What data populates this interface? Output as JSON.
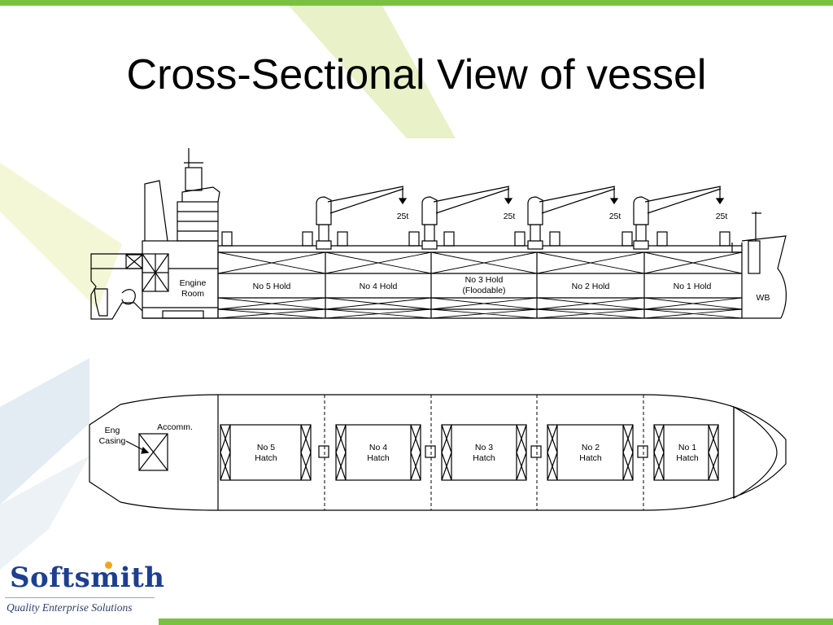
{
  "slide": {
    "title": "Cross-Sectional View of vessel",
    "accent_color": "#7ac142",
    "bg_shape_colors": [
      "#e2eec2",
      "#f6f9d6",
      "#dde7f0",
      "#e7eff6"
    ]
  },
  "side_view": {
    "engine_room": [
      "Engine",
      "Room"
    ],
    "holds": [
      {
        "label": [
          "No 5 Hold"
        ]
      },
      {
        "label": [
          "No 4 Hold"
        ]
      },
      {
        "label": [
          "No 3 Hold",
          "(Floodable)"
        ]
      },
      {
        "label": [
          "No 2 Hold"
        ]
      },
      {
        "label": [
          "No 1 Hold"
        ]
      }
    ],
    "wb_label": "WB",
    "crane_capacities": [
      "25t",
      "25t",
      "25t",
      "25t"
    ]
  },
  "plan_view": {
    "eng_casing": [
      "Eng",
      "Casing"
    ],
    "accomm": "Accomm.",
    "hatches": [
      {
        "label": [
          "No 5",
          "Hatch"
        ]
      },
      {
        "label": [
          "No 4",
          "Hatch"
        ]
      },
      {
        "label": [
          "No 3",
          "Hatch"
        ]
      },
      {
        "label": [
          "No 2",
          "Hatch"
        ]
      },
      {
        "label": [
          "No 1",
          "Hatch"
        ]
      }
    ]
  },
  "logo": {
    "name": "Softsmith",
    "tagline": "Quality Enterprise Solutions"
  }
}
